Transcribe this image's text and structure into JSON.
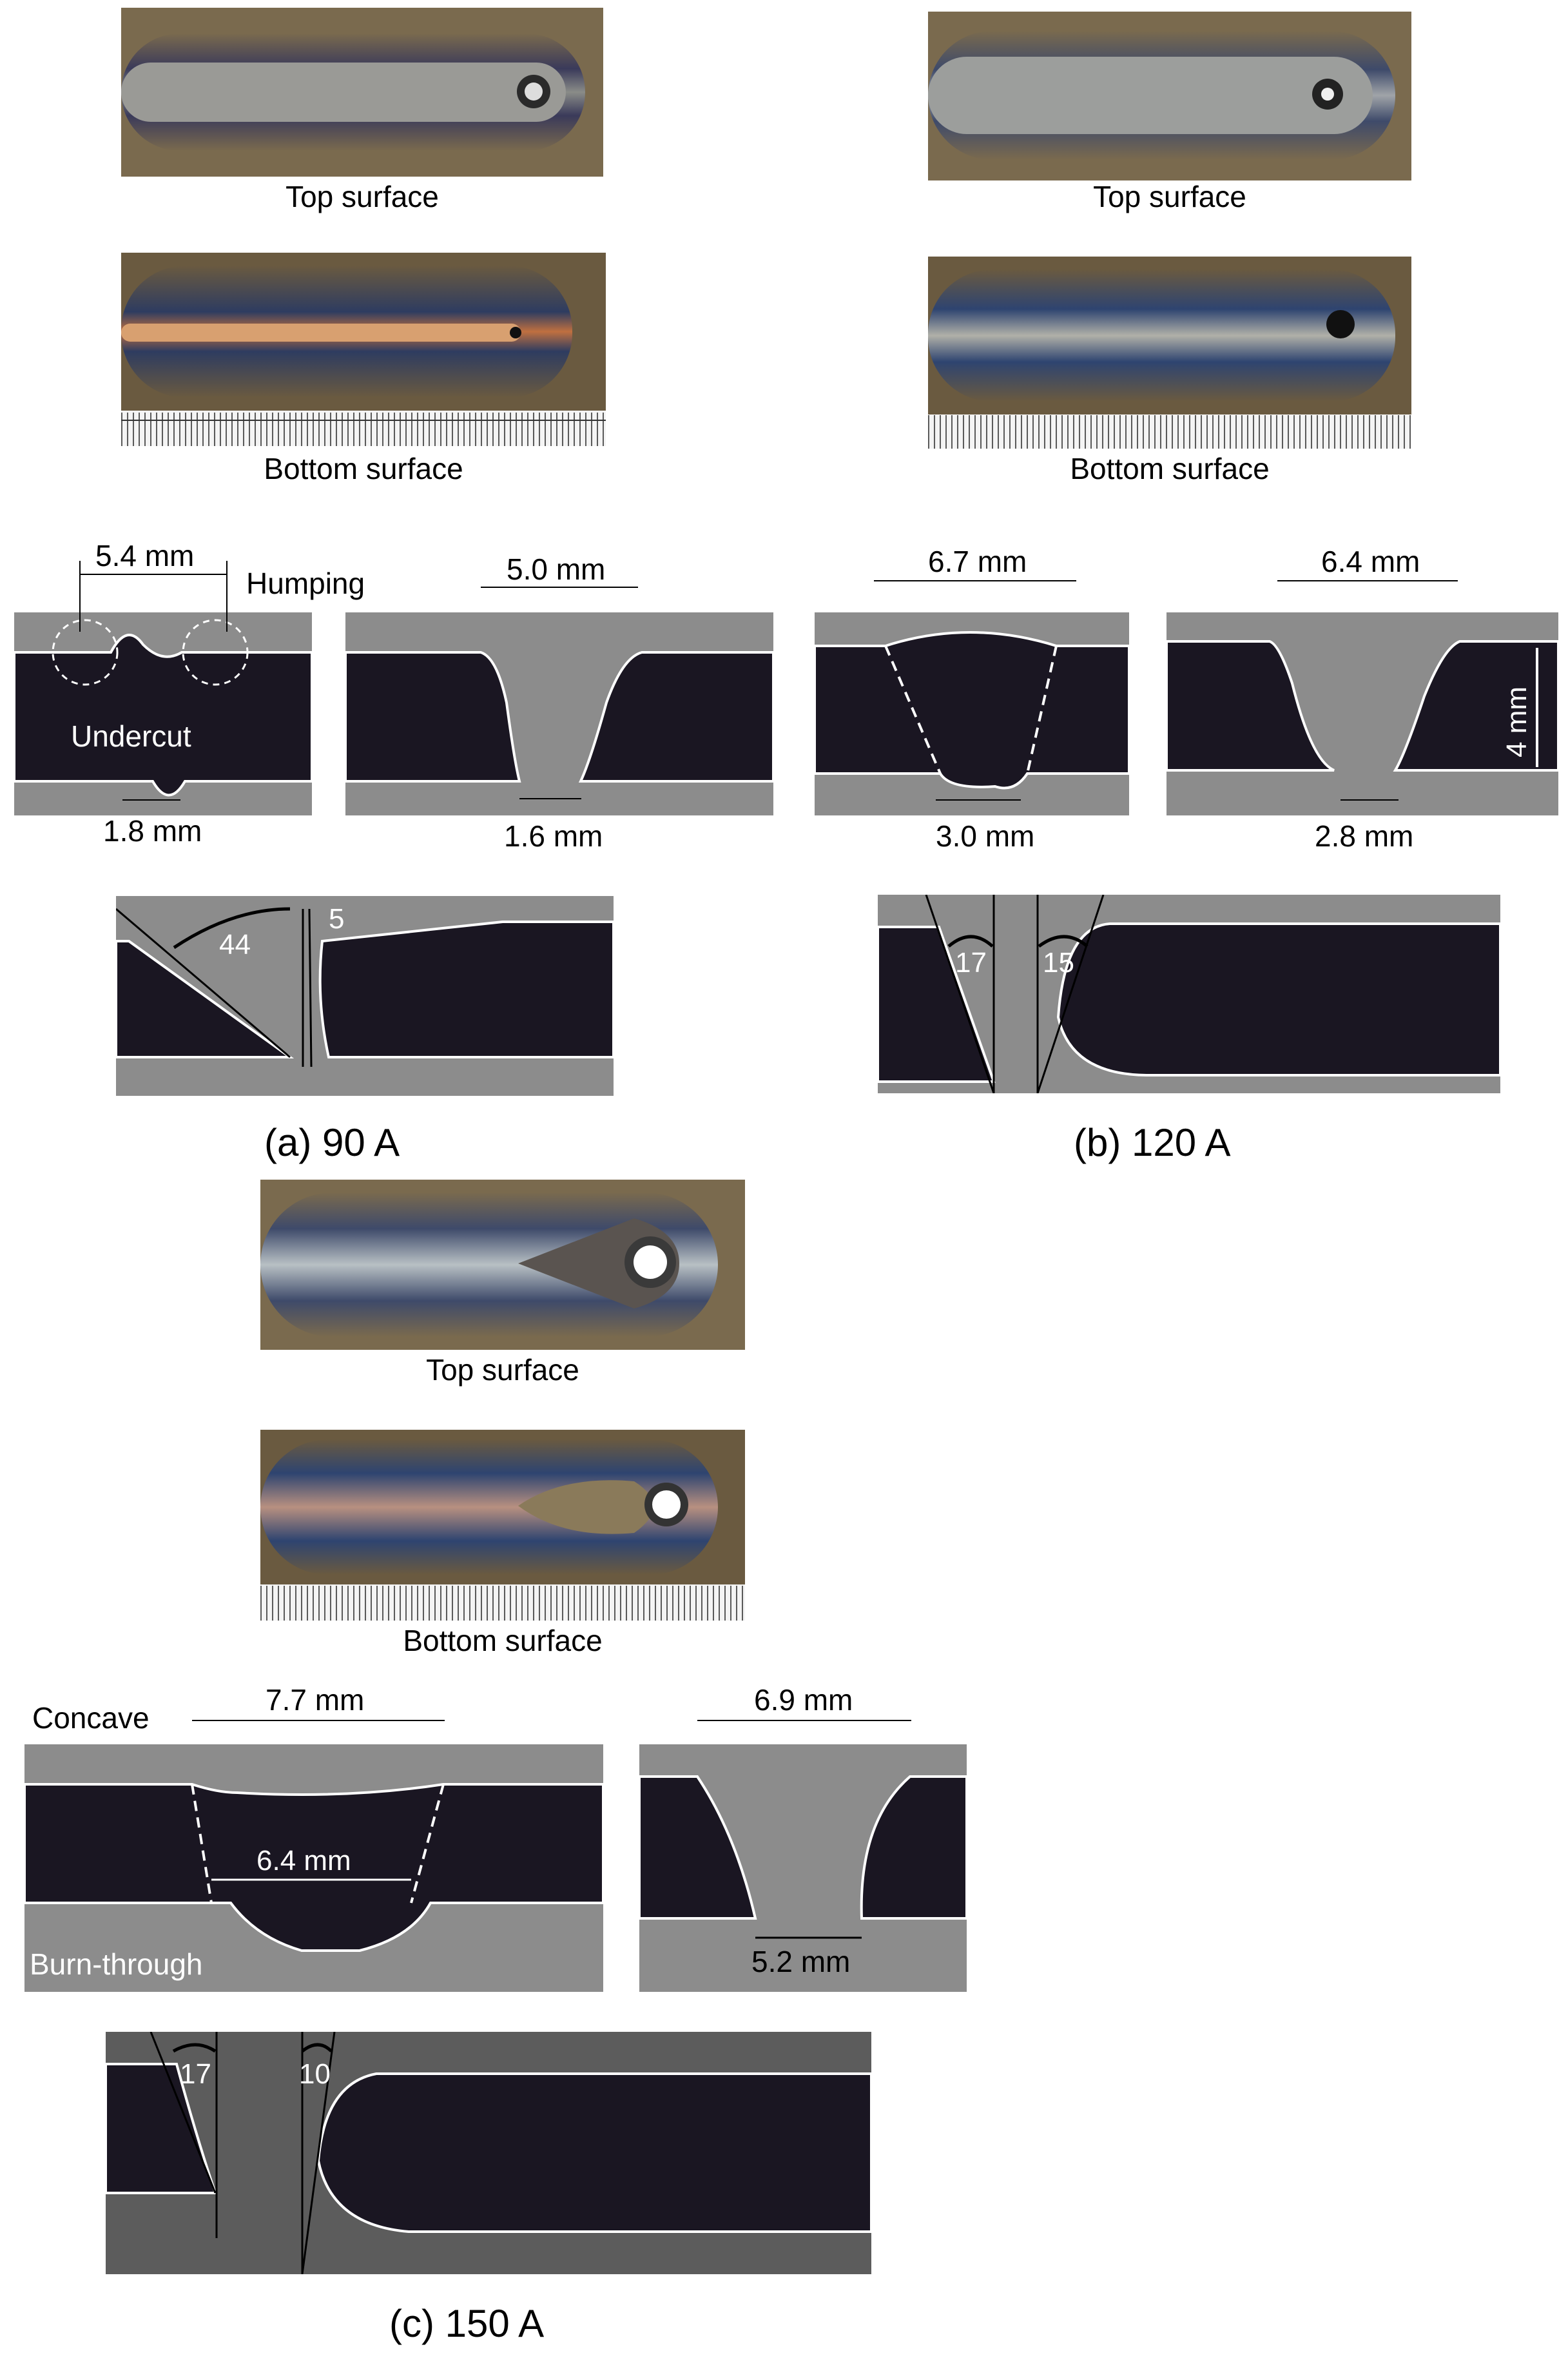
{
  "panel_a": {
    "top_label": "Top surface",
    "bottom_label": "Bottom surface",
    "width_top_1": "5.4 mm",
    "humping": "Humping",
    "undercut": "Undercut",
    "width_bottom_1": "1.8 mm",
    "width_top_2": "5.0 mm",
    "width_bottom_2": "1.6 mm",
    "angle_1": "44",
    "angle_2": "5",
    "caption": "(a) 90 A"
  },
  "panel_b": {
    "top_label": "Top surface",
    "bottom_label": "Bottom surface",
    "width_top_1": "6.7 mm",
    "width_bottom_1": "3.0 mm",
    "width_top_2": "6.4 mm",
    "thickness": "4 mm",
    "width_bottom_2": "2.8 mm",
    "angle_1": "17",
    "angle_2": "15",
    "caption": "(b) 120 A"
  },
  "panel_c": {
    "top_label": "Top surface",
    "bottom_label": "Bottom surface",
    "concave": "Concave",
    "width_top_1": "7.7 mm",
    "width_mid_1": "6.4 mm",
    "burn_through": "Burn-through",
    "width_top_2": "6.9 mm",
    "width_bottom_2": "5.2 mm",
    "angle_1": "17",
    "angle_2": "10",
    "caption": "(c) 150 A"
  },
  "colors": {
    "plate_dark": "#1a1622",
    "plate_gray": "#8c8c8c",
    "outline": "#ffffff",
    "bead_bronze": "#7a6a4a"
  }
}
